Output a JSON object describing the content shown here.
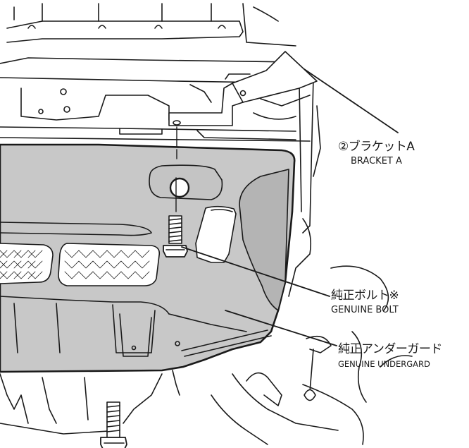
{
  "colors": {
    "line": "#1a1a1a",
    "panel_fill": "#c8c8c8",
    "panel_shadow": "#b4b4b4",
    "background": "#ffffff"
  },
  "callouts": [
    {
      "id": "bracket",
      "jp": "②ブラケットA",
      "en": "BRACKET A"
    },
    {
      "id": "bolt",
      "jp": "純正ボルト※",
      "en": "GENUINE BOLT"
    },
    {
      "id": "undergard",
      "jp": "純正アンダーガード",
      "en": "GENUINE UNDERGARD"
    }
  ]
}
